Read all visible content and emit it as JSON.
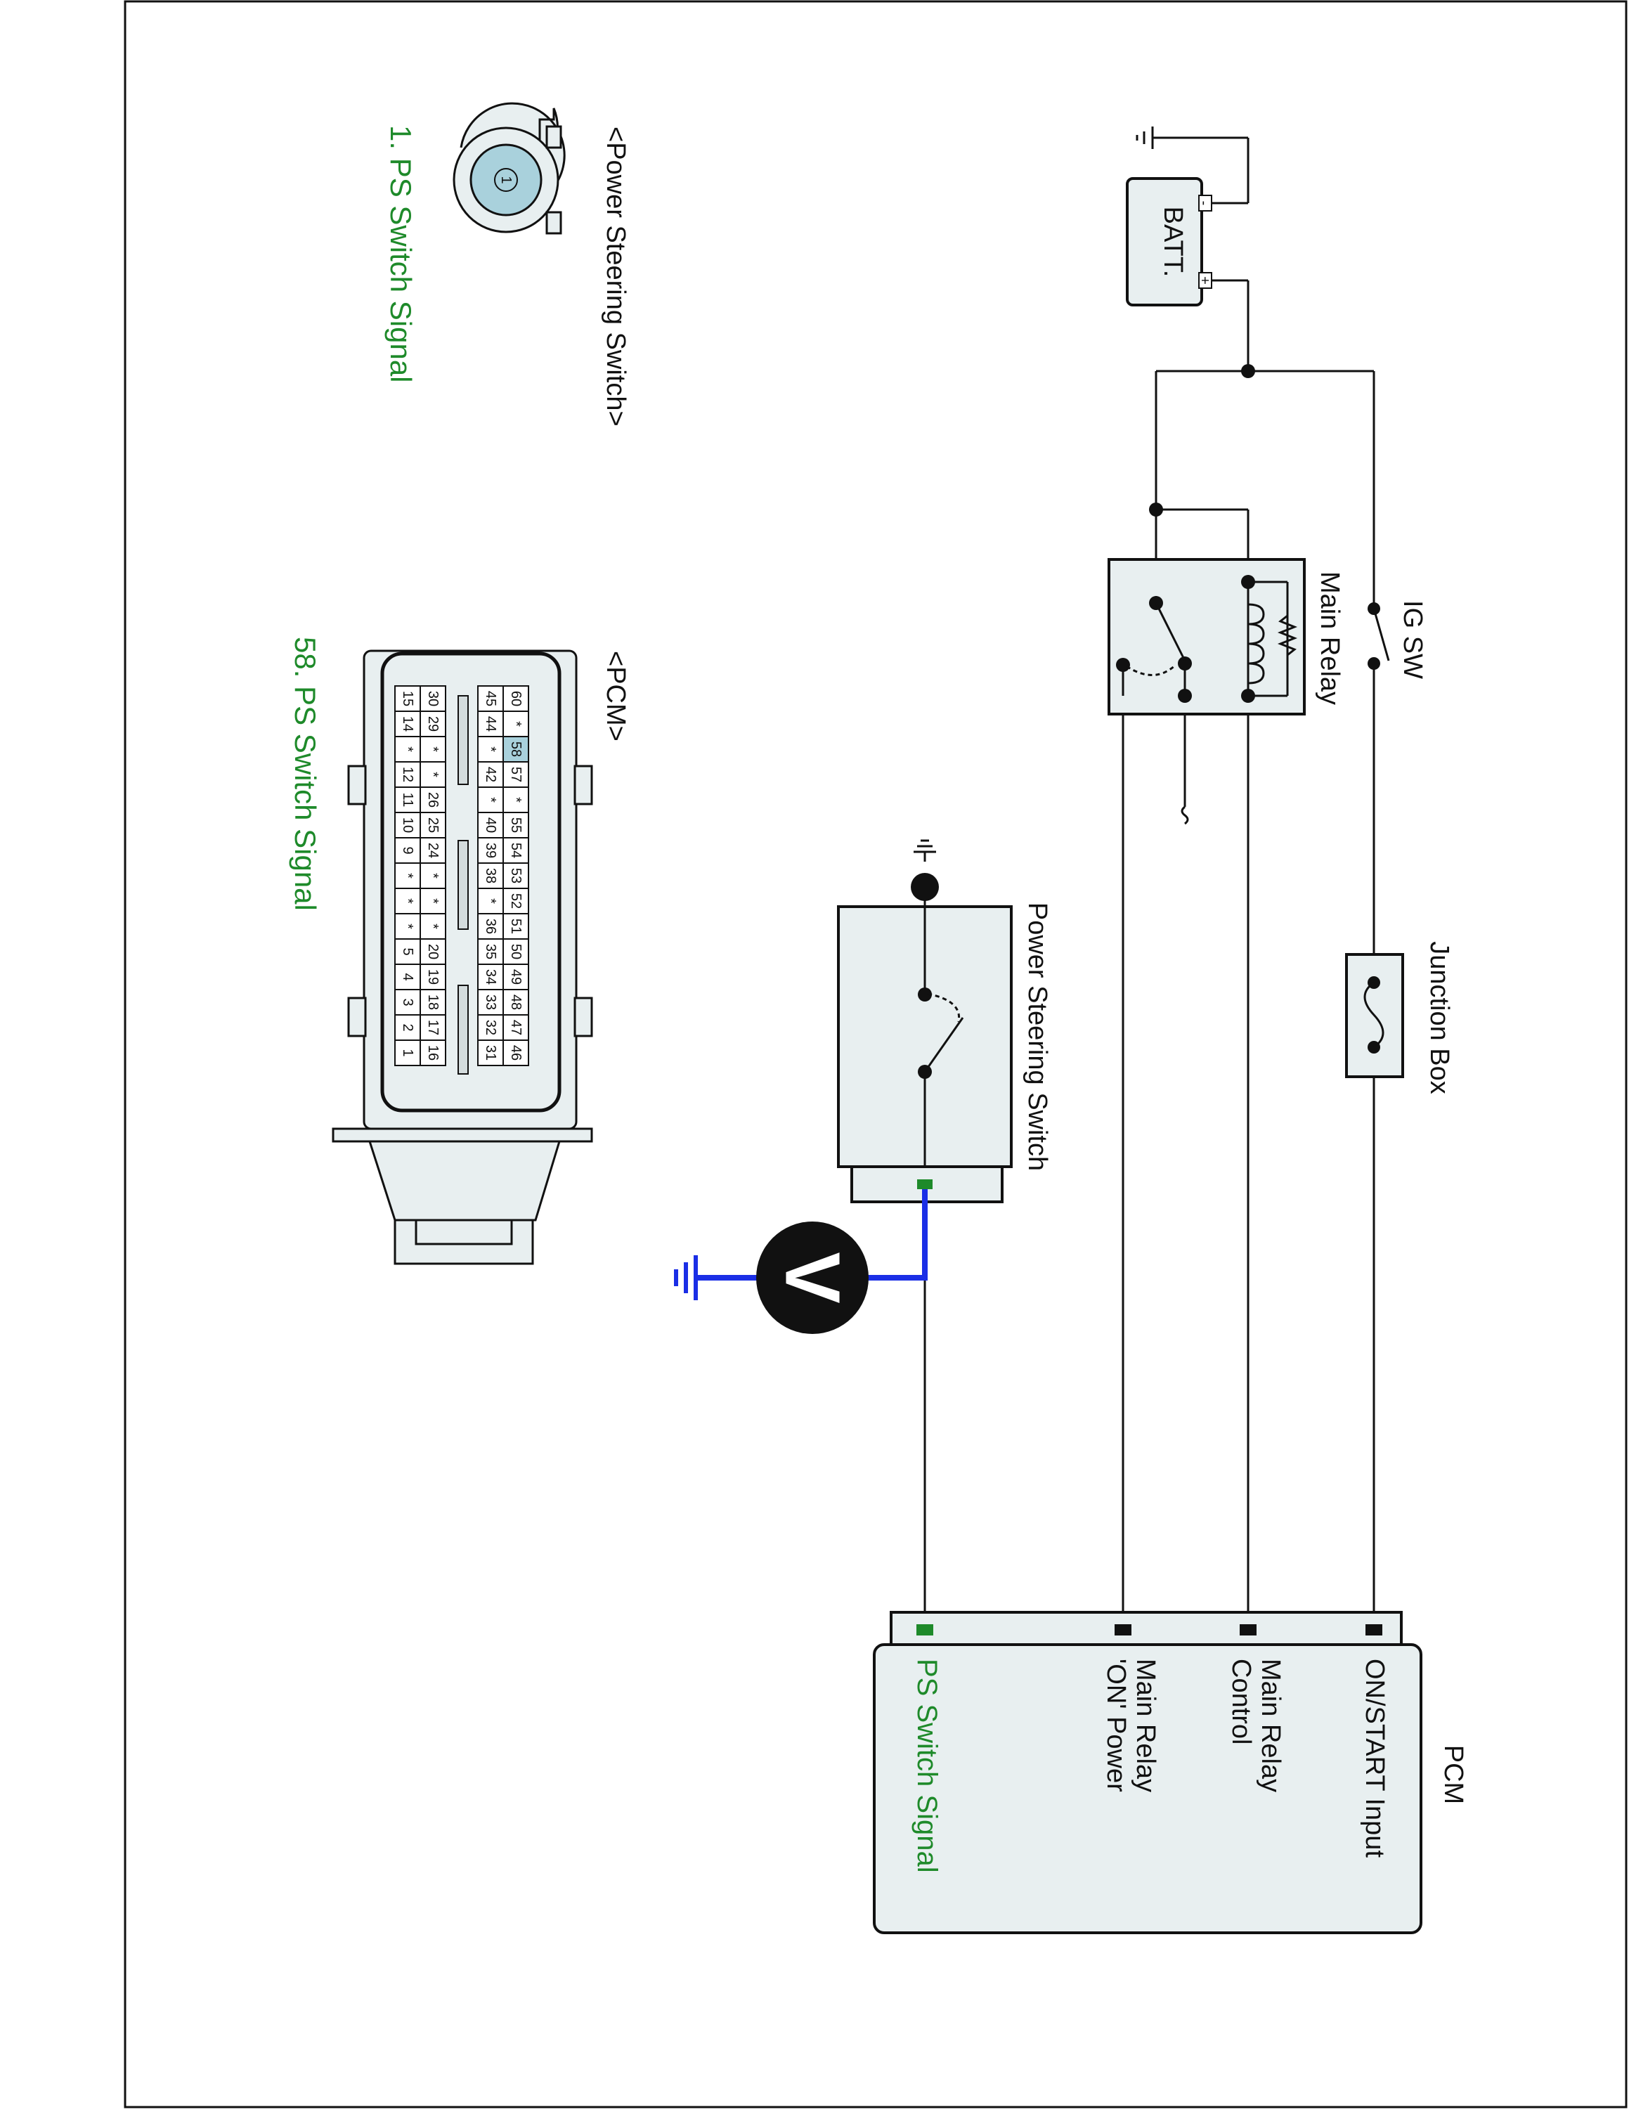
{
  "labels": {
    "batt": "BATT.",
    "ig_sw": "IG SW",
    "main_relay": "Main Relay",
    "junction_box": "Junction Box",
    "power_steering_switch": "Power Steering Switch",
    "pcm_title": "PCM",
    "pcm_pins": [
      "ON/START Input",
      "Main Relay",
      "Control",
      "Main Relay",
      "'ON' Power",
      "PS Switch Signal"
    ],
    "voltmeter": "V",
    "connector_ps_title": "<Power Steering Switch>",
    "connector_ps_pin": "1",
    "connector_ps_desc": "1. PS Switch Signal",
    "connector_pcm_title": "<PCM>",
    "connector_pcm_desc": "58. PS Switch Signal",
    "battery_plus": "+",
    "battery_minus": "-"
  },
  "pcm_connector": {
    "row_top": [
      "60",
      "*",
      "58",
      "57",
      "*",
      "55",
      "54",
      "53",
      "52",
      "51",
      "50",
      "49",
      "48",
      "47",
      "46"
    ],
    "row_2": [
      "45",
      "44",
      "*",
      "42",
      "*",
      "40",
      "39",
      "38",
      "*",
      "36",
      "35",
      "34",
      "33",
      "32",
      "31"
    ],
    "row_3": [
      "30",
      "29",
      "*",
      "*",
      "26",
      "25",
      "24",
      "*",
      "*",
      "*",
      "20",
      "19",
      "18",
      "17",
      "16"
    ],
    "row_bottom": [
      "15",
      "14",
      "*",
      "12",
      "11",
      "10",
      "9",
      "*",
      "*",
      "*",
      "5",
      "4",
      "3",
      "2",
      "1"
    ],
    "highlight_pin": "58"
  },
  "colors": {
    "signal_green": "#1e8a2a",
    "meter_blue": "#1a2ee6",
    "component_fill": "#e8eff0",
    "pin_highlight": "#a9d1dc"
  }
}
